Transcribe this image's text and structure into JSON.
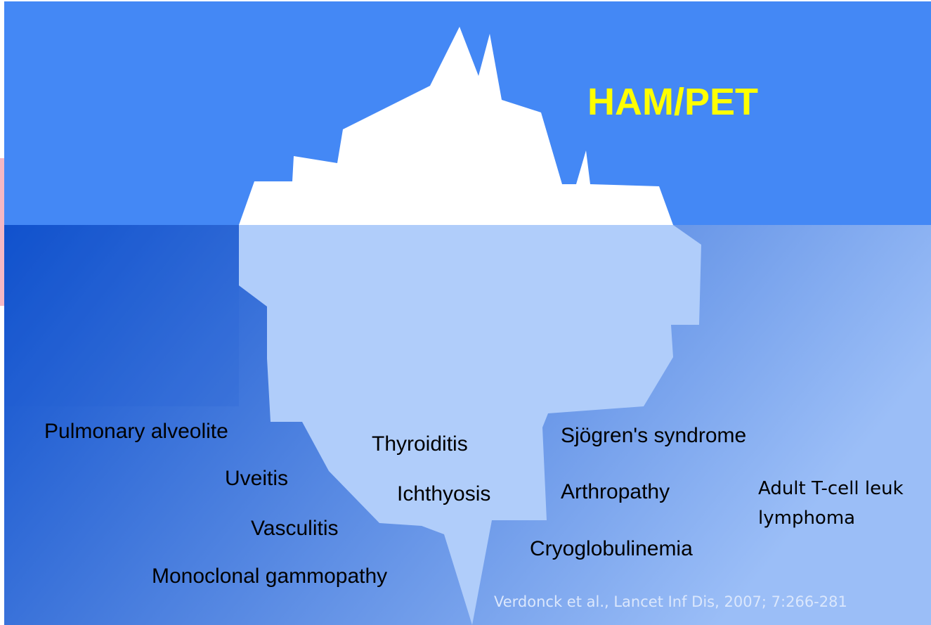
{
  "title": "HAM/PET",
  "labels": [
    "Pulmonary alveolite",
    "Uveitis",
    "Vasculitis",
    "Monoclonal gammopathy",
    "Thyroiditis",
    "Ichthyosis",
    "Sjögren's syndrome",
    "Arthropathy",
    "Cryoglobulinemia",
    "Adult T-cell leuk",
    "lymphoma"
  ],
  "citation": "Verdonck et al., Lancet Inf Dis, 2007; 7:266-281",
  "colors": {
    "sky": "#4488f5",
    "water_dark": "#0d4fcc",
    "water_light": "#9bbef7",
    "iceberg_top": "#ffffff",
    "iceberg_underwater": "#b0cdfa",
    "title": "#ffff00",
    "label_text": "#000000",
    "citation_text": "#dbe7fc",
    "side_accent": "#f4b8c4"
  }
}
